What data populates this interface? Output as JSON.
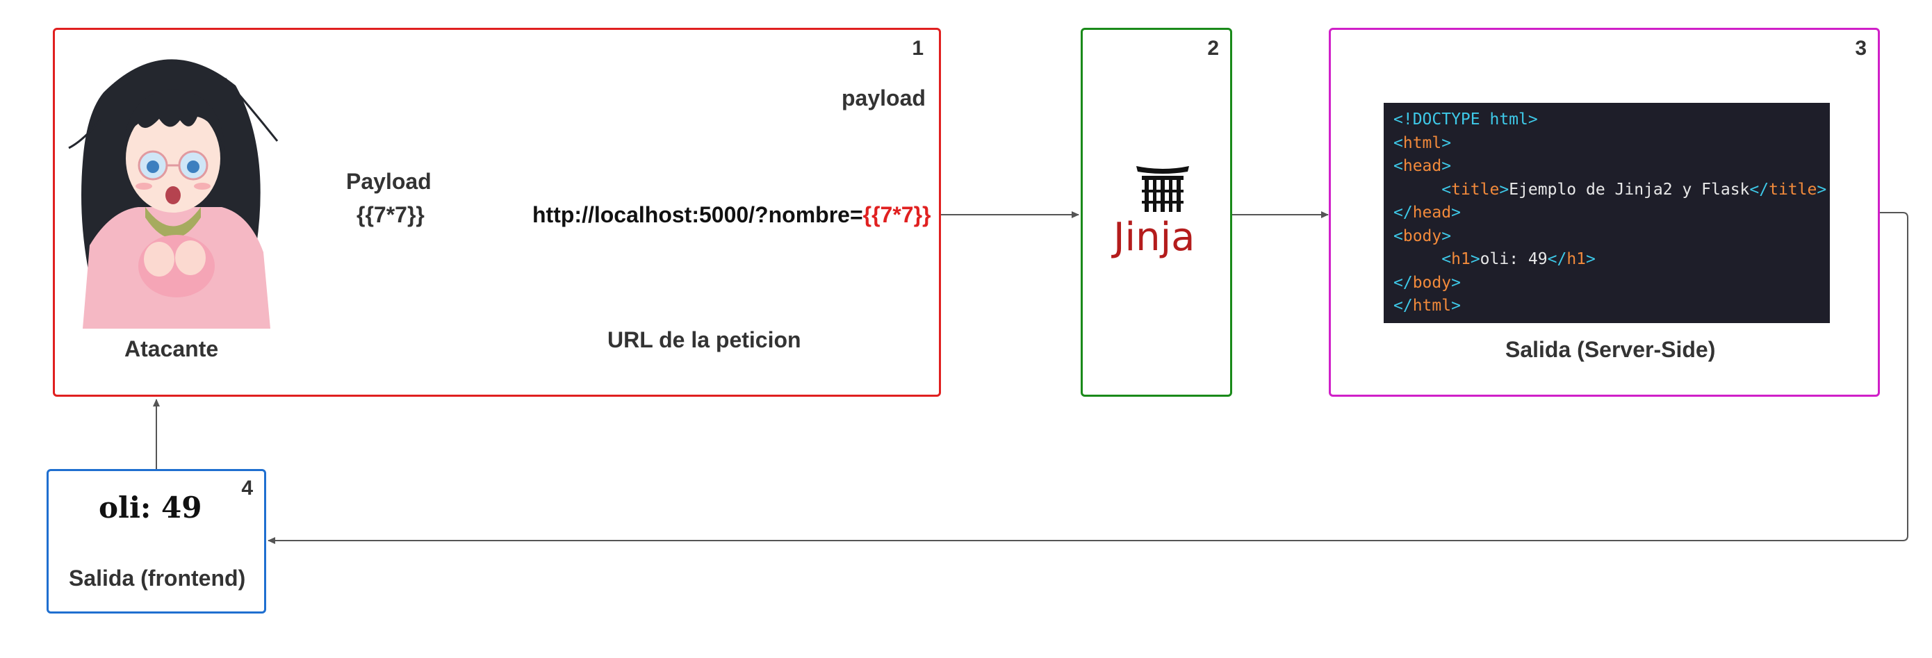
{
  "box1": {
    "number": "1",
    "attacker_label": "Atacante",
    "payload_label": "Payload",
    "payload_value": "{{7*7}}",
    "url_prefix": "http://localhost:5000/?nombre=",
    "url_payload": "{{7*7}}",
    "payload_arrow_label": "payload",
    "url_label": "URL de la peticion",
    "border_color": "#e02020"
  },
  "box2": {
    "number": "2",
    "logo_text": "Jinja",
    "border_color": "#1a8a1a"
  },
  "box3": {
    "number": "3",
    "caption": "Salida (Server-Side)",
    "border_color": "#d020c8",
    "code": {
      "line1": "<!DOCTYPE html>",
      "l2_open": "<",
      "l2_name": "html",
      "l2_close": ">",
      "l3_open": "<",
      "l3_name": "head",
      "l3_close": ">",
      "l4_indent": "     ",
      "l4_open": "<",
      "l4_name": "title",
      "l4_close": ">",
      "l4_text": "Ejemplo de Jinja2 y Flask",
      "l4_end_open": "</",
      "l4_end_name": "title",
      "l4_end_close": ">",
      "l5_open": "</",
      "l5_name": "head",
      "l5_close": ">",
      "l6_open": "<",
      "l6_name": "body",
      "l6_close": ">",
      "l7_indent": "     ",
      "l7_open": "<",
      "l7_name": "h1",
      "l7_close": ">",
      "l7_text": "oli: 49",
      "l7_end_open": "</",
      "l7_end_name": "h1",
      "l7_end_close": ">",
      "l8_open": "</",
      "l8_name": "body",
      "l8_close": ">",
      "l9_open": "</",
      "l9_name": "html",
      "l9_close": ">"
    }
  },
  "box4": {
    "number": "4",
    "output_text": "oli: 49",
    "caption": "Salida (frontend)",
    "border_color": "#1f6fd0"
  },
  "colors": {
    "payload_red": "#e02020",
    "arrow": "#555555",
    "code_bg": "#1e1e29"
  }
}
